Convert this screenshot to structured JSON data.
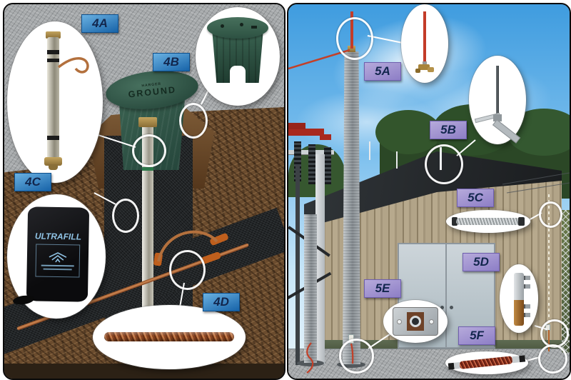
{
  "left_panel": {
    "name": "ground-rod-installation-cutaway",
    "badges": [
      {
        "id": "badge-4a",
        "label": "4A"
      },
      {
        "id": "badge-4b",
        "label": "4B"
      },
      {
        "id": "badge-4c",
        "label": "4C"
      },
      {
        "id": "badge-4d",
        "label": "4D"
      }
    ],
    "ground_box": {
      "brand_text": "HARGER",
      "lid_text": "GROUND"
    },
    "bag": {
      "label": "ULTRAFILL"
    },
    "callouts": [
      {
        "id": "4A",
        "depicts": "chemical-ground-rod-with-copper-pigtail"
      },
      {
        "id": "4B",
        "depicts": "green-ground-access-well"
      },
      {
        "id": "4C",
        "depicts": "backfill-material-bag"
      },
      {
        "id": "4D",
        "depicts": "stranded-copper-conductor"
      }
    ]
  },
  "right_panel": {
    "name": "building-lightning-protection-system",
    "badges": [
      {
        "id": "badge-5a",
        "label": "5A"
      },
      {
        "id": "badge-5b",
        "label": "5B"
      },
      {
        "id": "badge-5c",
        "label": "5C"
      },
      {
        "id": "badge-5d",
        "label": "5D"
      },
      {
        "id": "badge-5e",
        "label": "5E"
      },
      {
        "id": "badge-5f",
        "label": "5F"
      }
    ],
    "callouts": [
      {
        "id": "5A",
        "depicts": "mast-lightning-rod-with-brass-base"
      },
      {
        "id": "5B",
        "depicts": "roof-ridge-air-terminal-with-mount"
      },
      {
        "id": "5C",
        "depicts": "down-conductor-cable-section"
      },
      {
        "id": "5D",
        "depicts": "galvanized-to-copper-transition-fitting"
      },
      {
        "id": "5E",
        "depicts": "ground-plate-connector"
      },
      {
        "id": "5F",
        "depicts": "copper-bonding-cable-with-fittings"
      }
    ]
  },
  "colors": {
    "badge_blue_top": "#6ab1e2",
    "badge_blue_bottom": "#1763a8",
    "badge_purple_top": "#b6aadb",
    "badge_purple_bottom": "#8d7ec6",
    "badge_text": "#12264d",
    "callout_stroke": "#ffffff",
    "lightning_rod_red": "#c33c28",
    "copper": "#b3703d",
    "ground_box_green": "#33584a",
    "sky_blue": "#5aace6"
  }
}
